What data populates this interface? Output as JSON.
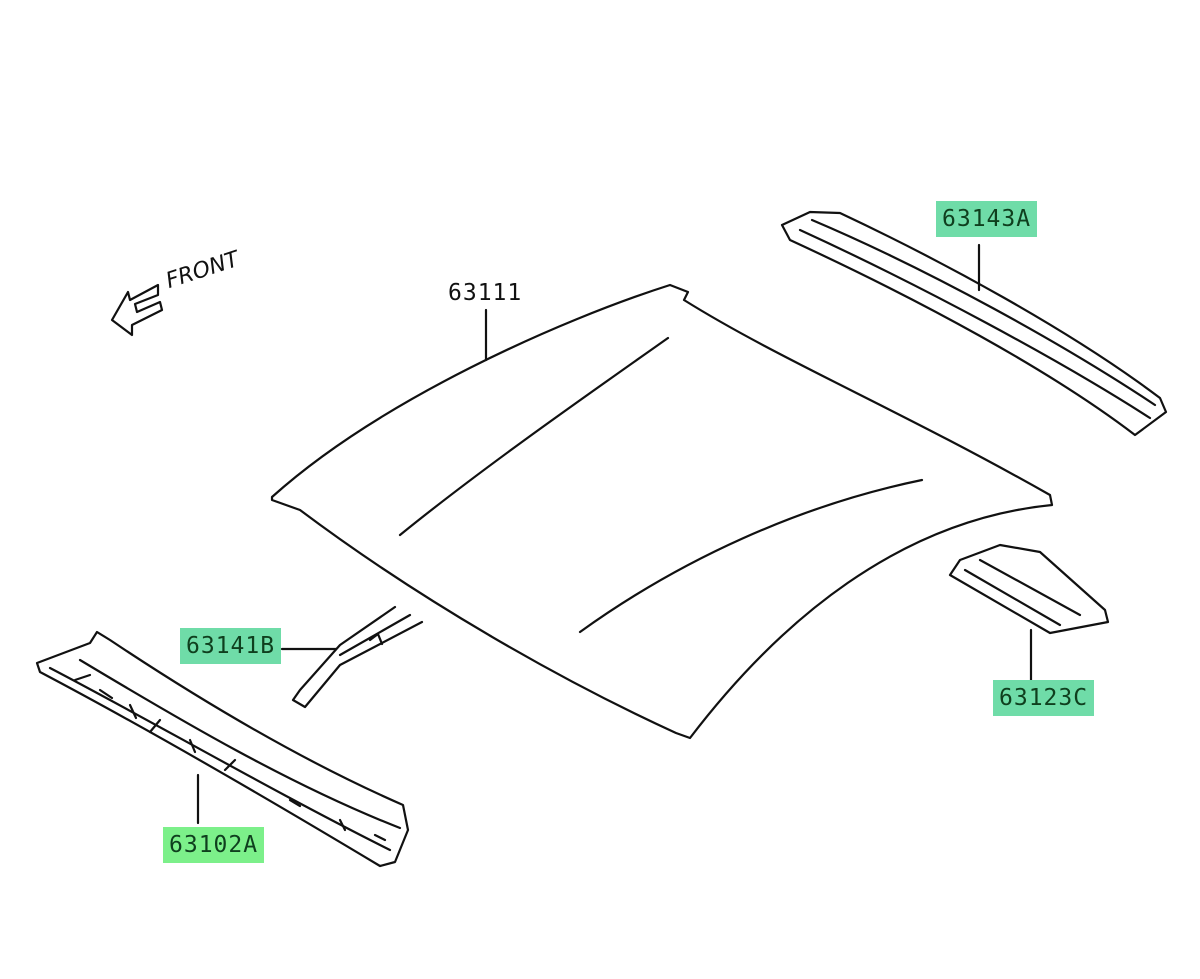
{
  "front_label": "FRONT",
  "parts": {
    "roof_panel": "63111",
    "rear_rail": "63143A",
    "bow": "63141B",
    "side_rail_inner": "63123C",
    "front_header": "63102A"
  },
  "colors": {
    "highlight_teal": "#6fdca8",
    "highlight_green": "#7cf08a",
    "line": "#111111"
  }
}
